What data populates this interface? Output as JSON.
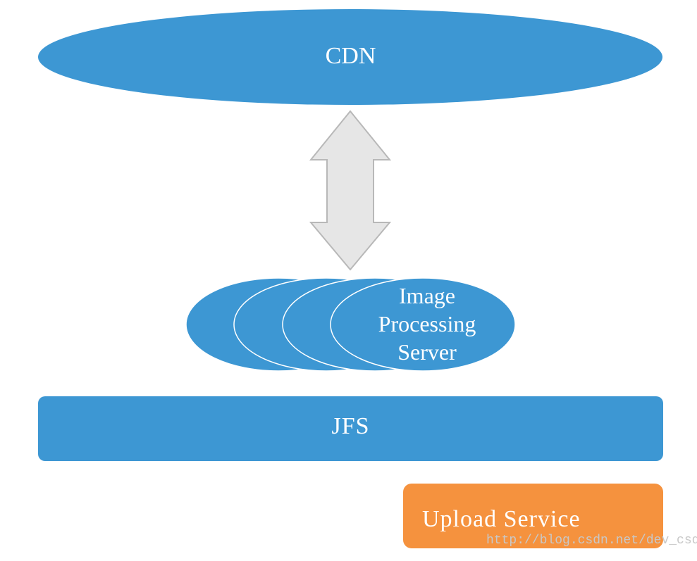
{
  "nodes": {
    "cdn": {
      "label": "CDN",
      "color": "#3d97d3"
    },
    "image_processing_server": {
      "lines": [
        "Image",
        "Processing",
        "Server"
      ],
      "color": "#3d97d3",
      "instances": 4
    },
    "jfs": {
      "label": "JFS",
      "color": "#3d97d3"
    },
    "upload_service": {
      "label": "Upload Service",
      "color": "#f5923e"
    }
  },
  "connector": {
    "type": "double-arrow",
    "fill": "#e6e6e6",
    "stroke": "#b8b8b8"
  },
  "watermark": "http://blog.csdn.net/dev_csdn"
}
